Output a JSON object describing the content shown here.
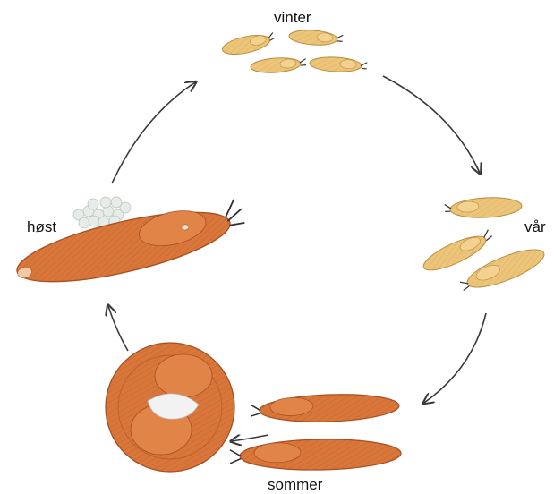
{
  "diagram": {
    "stages": [
      {
        "id": "vinter",
        "label": "vinter"
      },
      {
        "id": "var",
        "label": "vår"
      },
      {
        "id": "sommer",
        "label": "sommer"
      },
      {
        "id": "host",
        "label": "høst"
      }
    ],
    "cycle_order": [
      "vinter",
      "var",
      "sommer",
      "host"
    ],
    "colors": {
      "adult_slug": "#d9773a",
      "adult_slug_dark": "#a84e22",
      "juvenile_slug": "#ecc57a",
      "juvenile_slug_dark": "#b98d3e",
      "eggs": "#e6ece8",
      "arrow": "#3a3a3a",
      "label_text": "#111111"
    }
  }
}
